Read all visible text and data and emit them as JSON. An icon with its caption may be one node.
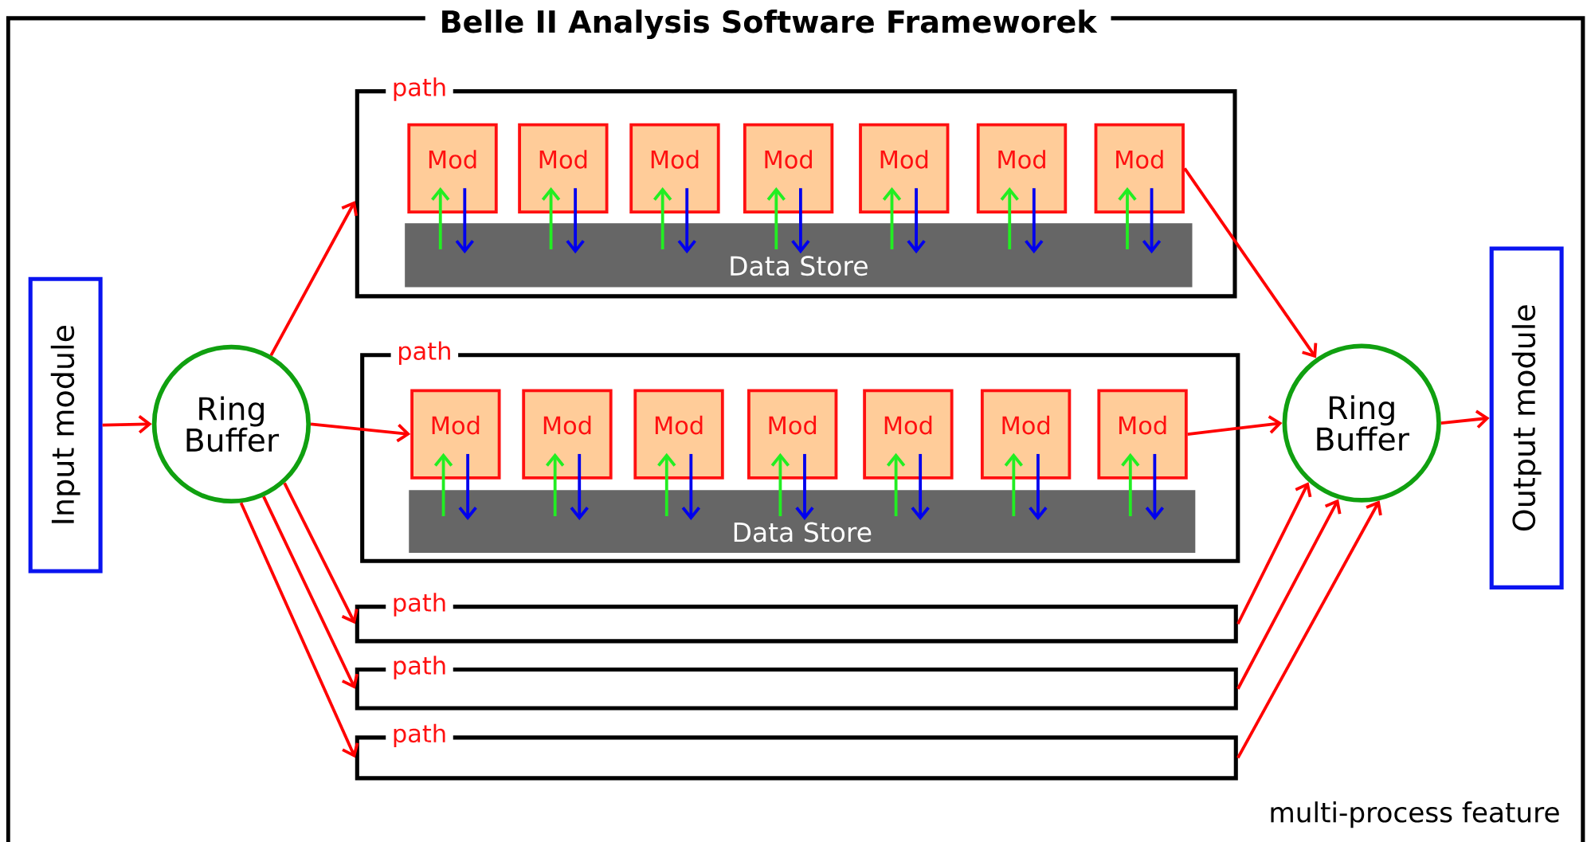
{
  "diagram": {
    "nodes": [
      {
        "text": [
          "Belle II Analysis Software Frameworek",
          "multi-process feature"
        ]
      },
      {
        "text": [
          "Input module"
        ],
        "in": 0
      },
      {
        "text": [
          "Ring Buffer"
        ],
        "in": 0
      },
      {
        "text": [
          "path"
        ],
        "in": 0
      },
      {
        "text": [
          "Mod"
        ],
        "in": 3
      },
      {
        "text": [
          "Mod"
        ],
        "in": 3
      },
      {
        "text": [
          "Mod"
        ],
        "in": 3
      },
      {
        "text": [
          "Mod"
        ],
        "in": 3
      },
      {
        "text": [
          "Mod"
        ],
        "in": 3
      },
      {
        "text": [
          "Mod"
        ],
        "in": 3
      },
      {
        "text": [
          "Mod"
        ],
        "in": 3
      },
      {
        "text": [
          "Data Store"
        ],
        "in": 3
      },
      {
        "text": [
          "path"
        ],
        "in": 0
      },
      {
        "text": [
          "Mod"
        ],
        "in": 12
      },
      {
        "text": [
          "Mod"
        ],
        "in": 12
      },
      {
        "text": [
          "Mod"
        ],
        "in": 12
      },
      {
        "text": [
          "Mod"
        ],
        "in": 12
      },
      {
        "text": [
          "Mod"
        ],
        "in": 12
      },
      {
        "text": [
          "Mod"
        ],
        "in": 12
      },
      {
        "text": [
          "Mod"
        ],
        "in": 12
      },
      {
        "text": [
          "Data Store"
        ],
        "in": 12
      },
      {
        "text": [
          "path"
        ],
        "in": 0
      },
      {
        "text": [
          "path"
        ],
        "in": 0
      },
      {
        "text": [
          "path"
        ],
        "in": 0
      },
      {
        "text": [
          "Ring Buffer"
        ],
        "in": 0
      },
      {
        "text": [
          "Output module"
        ],
        "in": 0
      }
    ],
    "edges": [
      {
        "from": 1,
        "to": 2,
        "arrow": "to",
        "color": "#ff0000"
      },
      {
        "from": 2,
        "to": 3,
        "arrow": "to",
        "color": "#ff0000"
      },
      {
        "from": 2,
        "to": 13,
        "arrow": "to",
        "color": "#ff0000"
      },
      {
        "from": 2,
        "to": 21,
        "arrow": "to",
        "color": "#ff0000"
      },
      {
        "from": 2,
        "to": 22,
        "arrow": "to",
        "color": "#ff0000"
      },
      {
        "from": 2,
        "to": 23,
        "arrow": "to",
        "color": "#ff0000"
      },
      {
        "from": 10,
        "to": 24,
        "arrow": "to",
        "color": "#ff0000"
      },
      {
        "from": 19,
        "to": 24,
        "arrow": "to",
        "color": "#ff0000"
      },
      {
        "from": 21,
        "to": 24,
        "arrow": "to",
        "color": "#ff0000"
      },
      {
        "from": 22,
        "to": 24,
        "arrow": "to",
        "color": "#ff0000"
      },
      {
        "from": 23,
        "to": 24,
        "arrow": "to",
        "color": "#ff0000"
      },
      {
        "from": 24,
        "to": 25,
        "arrow": "to",
        "color": "#ff0000"
      },
      {
        "from": 11,
        "to": 4,
        "arrow": "to",
        "color": "#22ee22"
      },
      {
        "from": 4,
        "to": 11,
        "arrow": "to",
        "color": "#0000ee"
      },
      {
        "from": 11,
        "to": 5,
        "arrow": "to",
        "color": "#22ee22"
      },
      {
        "from": 5,
        "to": 11,
        "arrow": "to",
        "color": "#0000ee"
      },
      {
        "from": 11,
        "to": 6,
        "arrow": "to",
        "color": "#22ee22"
      },
      {
        "from": 6,
        "to": 11,
        "arrow": "to",
        "color": "#0000ee"
      },
      {
        "from": 11,
        "to": 7,
        "arrow": "to",
        "color": "#22ee22"
      },
      {
        "from": 7,
        "to": 11,
        "arrow": "to",
        "color": "#0000ee"
      },
      {
        "from": 11,
        "to": 8,
        "arrow": "to",
        "color": "#22ee22"
      },
      {
        "from": 8,
        "to": 11,
        "arrow": "to",
        "color": "#0000ee"
      },
      {
        "from": 11,
        "to": 9,
        "arrow": "to",
        "color": "#22ee22"
      },
      {
        "from": 9,
        "to": 11,
        "arrow": "to",
        "color": "#0000ee"
      },
      {
        "from": 11,
        "to": 10,
        "arrow": "to",
        "color": "#22ee22"
      },
      {
        "from": 10,
        "to": 11,
        "arrow": "to",
        "color": "#0000ee"
      },
      {
        "from": 20,
        "to": 13,
        "arrow": "to",
        "color": "#22ee22"
      },
      {
        "from": 13,
        "to": 20,
        "arrow": "to",
        "color": "#0000ee"
      },
      {
        "from": 20,
        "to": 14,
        "arrow": "to",
        "color": "#22ee22"
      },
      {
        "from": 14,
        "to": 20,
        "arrow": "to",
        "color": "#0000ee"
      },
      {
        "from": 20,
        "to": 15,
        "arrow": "to",
        "color": "#22ee22"
      },
      {
        "from": 15,
        "to": 20,
        "arrow": "to",
        "color": "#0000ee"
      },
      {
        "from": 20,
        "to": 16,
        "arrow": "to",
        "color": "#22ee22"
      },
      {
        "from": 16,
        "to": 20,
        "arrow": "to",
        "color": "#0000ee"
      },
      {
        "from": 20,
        "to": 17,
        "arrow": "to",
        "color": "#22ee22"
      },
      {
        "from": 17,
        "to": 20,
        "arrow": "to",
        "color": "#0000ee"
      },
      {
        "from": 20,
        "to": 18,
        "arrow": "to",
        "color": "#22ee22"
      },
      {
        "from": 18,
        "to": 20,
        "arrow": "to",
        "color": "#0000ee"
      },
      {
        "from": 20,
        "to": 19,
        "arrow": "to",
        "color": "#22ee22"
      },
      {
        "from": 19,
        "to": 20,
        "arrow": "to",
        "color": "#0000ee"
      }
    ]
  }
}
